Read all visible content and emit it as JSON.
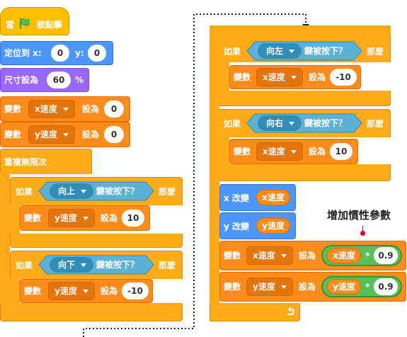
{
  "left": {
    "hat_label": "當",
    "hat_label2": "被點擊",
    "goto_label": "定位到 x:",
    "goto_y_label": "y:",
    "goto_x": "0",
    "goto_y": "0",
    "size_label": "尺寸設為",
    "size_value": "60",
    "size_unit": "%",
    "set1_label": "變數",
    "set1_var": "x速度",
    "set1_to": "設為",
    "set1_value": "0",
    "set2_label": "變數",
    "set2_var": "y速度",
    "set2_to": "設為",
    "set2_value": "0",
    "forever_label": "重複無限次",
    "if1_label": "如果",
    "if1_key": "向上",
    "if1_pressed": "鍵被按下？",
    "if1_then": "那麼",
    "if1_set_label": "變數",
    "if1_set_var": "y速度",
    "if1_set_to": "設為",
    "if1_set_value": "10",
    "if2_label": "如果",
    "if2_key": "向下",
    "if2_pressed": "鍵被按下？",
    "if2_then": "那麼",
    "if2_set_label": "變數",
    "if2_set_var": "y速度",
    "if2_set_to": "設為",
    "if2_set_value": "-10"
  },
  "right": {
    "if3_label": "如果",
    "if3_key": "向左",
    "if3_pressed": "鍵被按下？",
    "if3_then": "那麼",
    "if3_set_label": "變數",
    "if3_set_var": "x速度",
    "if3_set_to": "設為",
    "if3_set_value": "-10",
    "if4_label": "如果",
    "if4_key": "向右",
    "if4_pressed": "鍵被按下？",
    "if4_then": "那麼",
    "if4_set_label": "變數",
    "if4_set_var": "x速度",
    "if4_set_to": "設為",
    "if4_set_value": "10",
    "changex_label": "x 改變",
    "changex_var": "x速度",
    "changey_label": "y 改變",
    "changey_var": "y速度",
    "annotation": "增加慣性參數",
    "mul1_label": "變數",
    "mul1_var": "x速度",
    "mul1_to": "設為",
    "mul1_rep": "x速度",
    "mul1_op": "*",
    "mul1_val": "0.9",
    "mul2_label": "變數",
    "mul2_var": "y速度",
    "mul2_to": "設為",
    "mul2_rep": "y速度",
    "mul2_op": "*",
    "mul2_val": "0.9"
  },
  "colors": {
    "events": "#ffbf00",
    "motion": "#4c97ff",
    "looks": "#9966ff",
    "variables": "#ff8c1a",
    "control": "#ffab19",
    "sensing": "#5cb1d6",
    "operators": "#59c059",
    "annotation_dot": "#e0001b"
  },
  "icons": [
    "green-flag-icon",
    "dropdown-caret-icon",
    "loop-arrow-icon",
    "connector-dotted-arrow"
  ]
}
